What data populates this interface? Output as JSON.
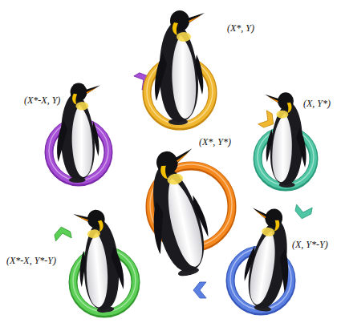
{
  "diagram": {
    "nodes": [
      {
        "text": [
          "(X*, Y)"
        ]
      },
      {
        "text": [
          "(X*-X, Y)"
        ]
      },
      {
        "text": [
          "(X, Y*)"
        ]
      },
      {
        "text": [
          "(X*, Y*)"
        ]
      },
      {
        "text": [
          "(X, Y*-Y)"
        ]
      },
      {
        "text": [
          "(X*-X, Y*-Y)"
        ]
      }
    ],
    "edges": [
      {
        "from": 1,
        "to": 0,
        "arrow": "to"
      },
      {
        "from": 0,
        "to": 2,
        "arrow": "to"
      },
      {
        "from": 2,
        "to": 4,
        "arrow": "to"
      },
      {
        "from": 4,
        "to": 5,
        "arrow": "to"
      },
      {
        "from": 5,
        "to": 1,
        "arrow": "to"
      }
    ]
  }
}
